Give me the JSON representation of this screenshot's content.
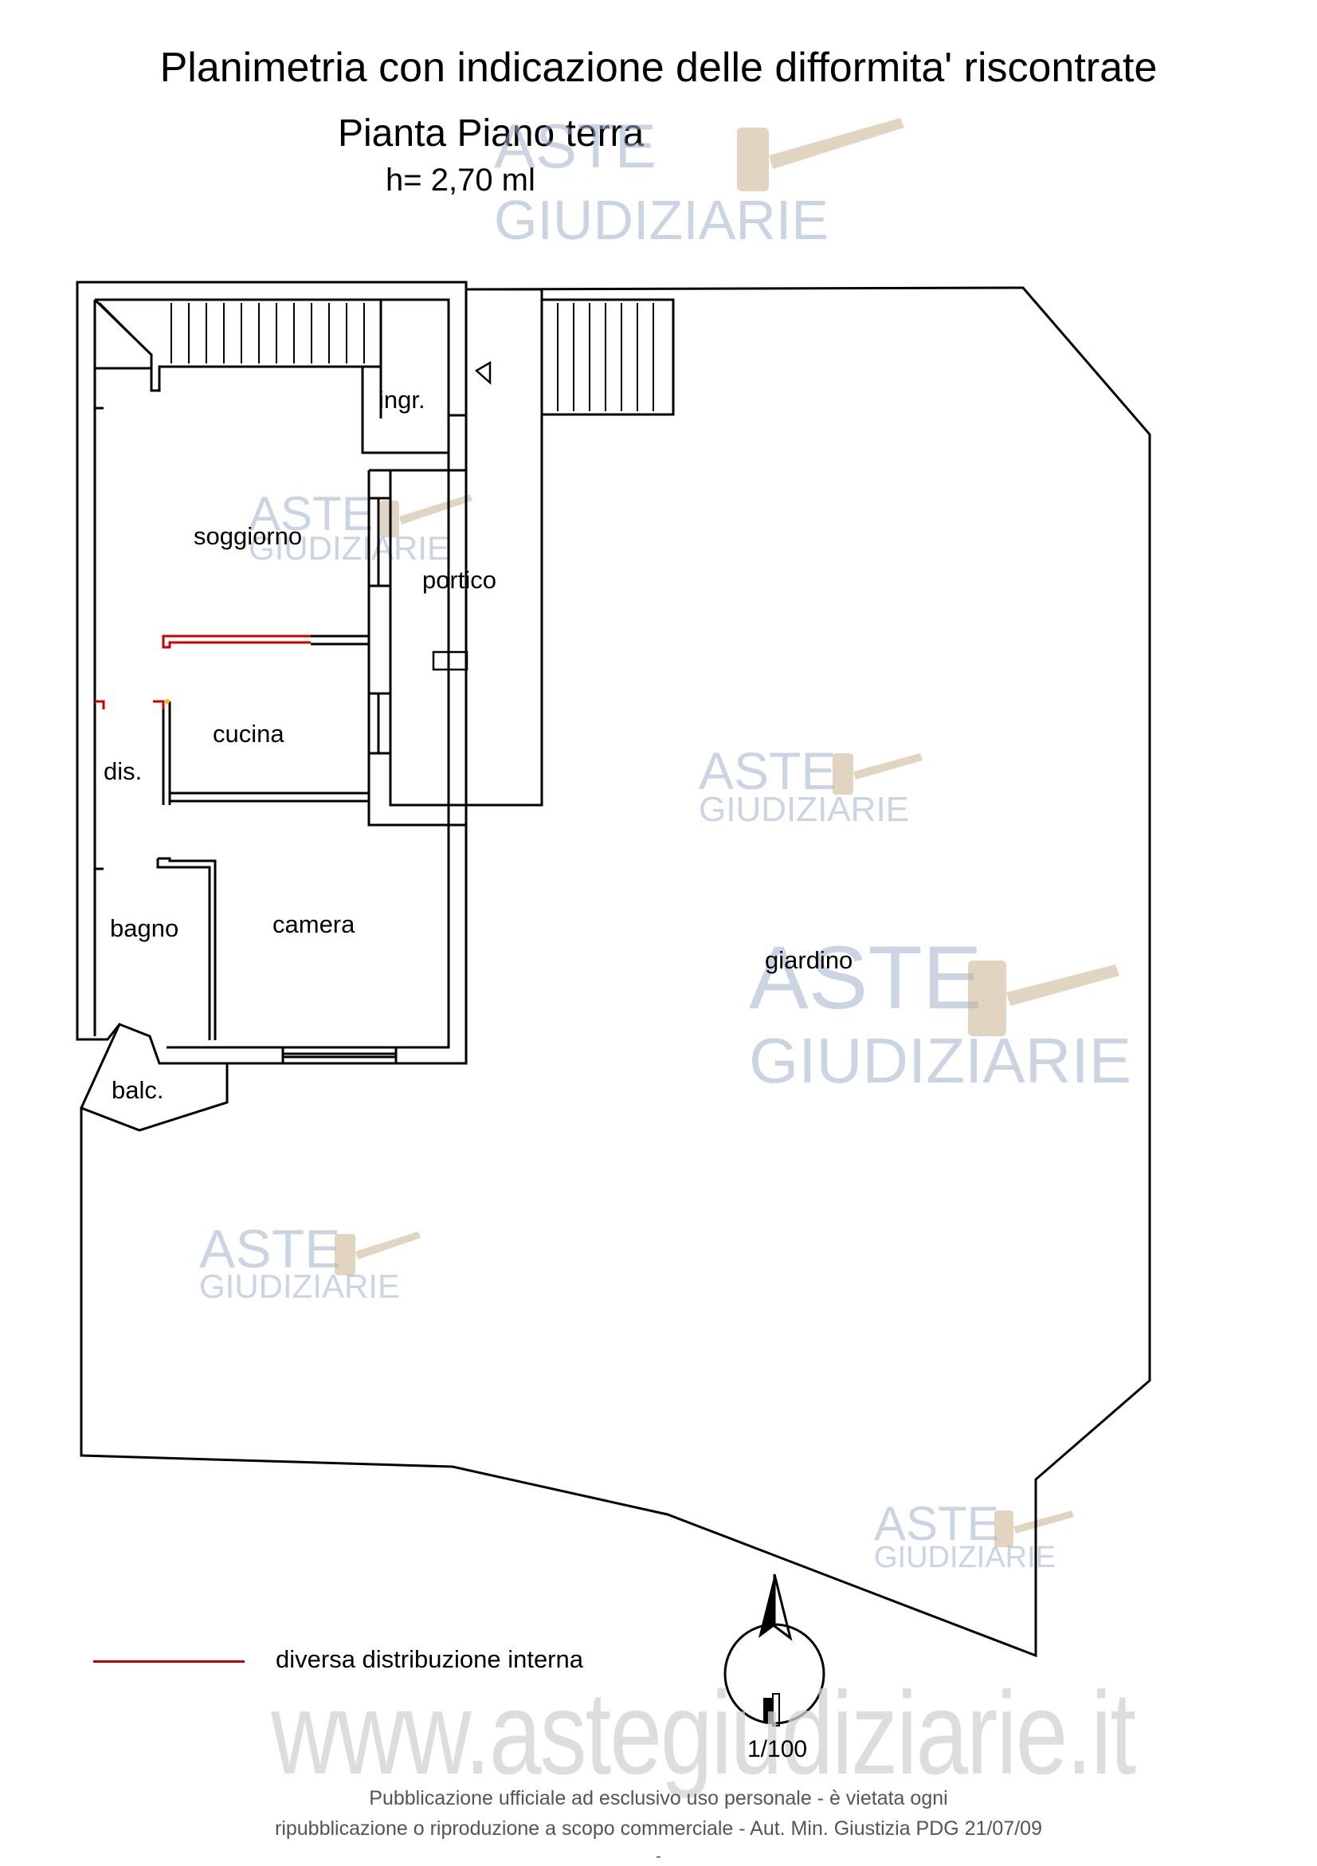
{
  "header": {
    "title": "Planimetria con indicazione delle difformita' riscontrate",
    "subtitle": "Pianta Piano terra",
    "height_label": "h= 2,70 ml"
  },
  "rooms": {
    "soggiorno": "soggiorno",
    "ingresso": "ingr.",
    "portico": "portico",
    "cucina": "cucina",
    "disimpegno": "dis.",
    "bagno": "bagno",
    "camera": "camera",
    "balcone": "balc.",
    "giardino": "giardino"
  },
  "legend": {
    "line_color": "#cc0000",
    "text": "diversa distribuzione interna"
  },
  "scale": "1/100",
  "watermark": {
    "brand_top": "ASTE",
    "brand_bottom": "GIUDIZIARIE",
    "site": "www.astegiudiziarie.it",
    "color": "#9fb1cc"
  },
  "footer": {
    "line1": "Pubblicazione ufficiale ad esclusivo uso personale - è vietata ogni",
    "line2": "ripubblicazione o riproduzione a scopo commerciale - Aut. Min. Giustizia PDG 21/07/09",
    "line3": "-"
  },
  "colors": {
    "walls": "#000000",
    "difformita": "#cc0000"
  }
}
